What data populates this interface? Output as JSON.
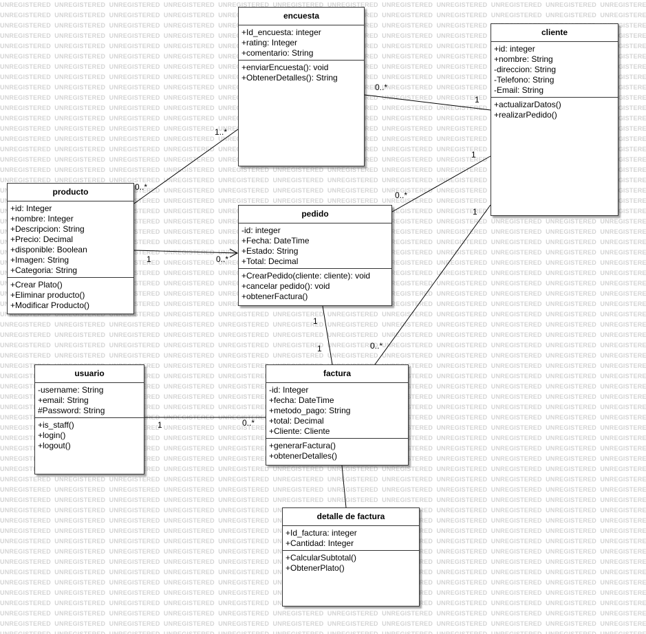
{
  "watermark": "UNREGISTERED",
  "classes": {
    "encuesta": {
      "name": "encuesta",
      "attributes": [
        "+Id_encuesta: integer",
        "+rating: Integer",
        "+comentario: String"
      ],
      "operations": [
        "+enviarEncuesta(): void",
        "+ObtenerDetalles(): String"
      ]
    },
    "cliente": {
      "name": "cliente",
      "attributes": [
        "+id: integer",
        "+nombre: String",
        "-direccion: String",
        "-Telefono: String",
        "-Email: String"
      ],
      "operations": [
        "+actualizarDatos()",
        "+realizarPedido()"
      ]
    },
    "producto": {
      "name": "producto",
      "attributes": [
        "+id: Integer",
        "+nombre: Integer",
        "+Descripcion: String",
        "+Precio: Decimal",
        "+disponible: Boolean",
        "+Imagen: String",
        "+Categoria: String"
      ],
      "operations": [
        "+Crear Plato()",
        "+Eliminar producto()",
        "+Modificar Producto()"
      ]
    },
    "pedido": {
      "name": "pedido",
      "attributes": [
        "-id: integer",
        "+Fecha: DateTime",
        "+Estado: String",
        "+Total: Decimal"
      ],
      "operations": [
        "+CrearPedido(cliente: cliente): void",
        "+cancelar pedido(): void",
        "+obtenerFactura()"
      ]
    },
    "usuario": {
      "name": "usuario",
      "attributes": [
        "-username: String",
        "+email: String",
        "#Password: String"
      ],
      "operations": [
        "+is_staff()",
        "+login()",
        "+logout()"
      ]
    },
    "factura": {
      "name": "factura",
      "attributes": [
        "-id: Integer",
        "+fecha: DateTime",
        "+metodo_pago: String",
        "+total: Decimal",
        "+Cliente: Cliente"
      ],
      "operations": [
        "+generarFactura()",
        "+obtenerDetalles()"
      ]
    },
    "detalle": {
      "name": "detalle de factura",
      "attributes": [
        "+Id_factura: integer",
        "+Cantidad: Integer"
      ],
      "operations": [
        "+CalcularSubtotal()",
        "+ObtenerPlato()"
      ]
    }
  },
  "multiplicities": {
    "encuesta_cliente_src": "0..*",
    "encuesta_cliente_dst": "1",
    "producto_encuesta_src": "0..*",
    "producto_encuesta_dst": "1..*",
    "cliente_pedido_src": "1",
    "cliente_pedido_dst": "0..*",
    "producto_pedido_src": "1",
    "producto_pedido_dst": "0..*",
    "cliente_factura_src": "1",
    "cliente_factura_dst": "0..*",
    "pedido_factura_src": "1",
    "pedido_factura_dst": "1",
    "usuario_factura_src": "1",
    "usuario_factura_dst": "0..*"
  }
}
